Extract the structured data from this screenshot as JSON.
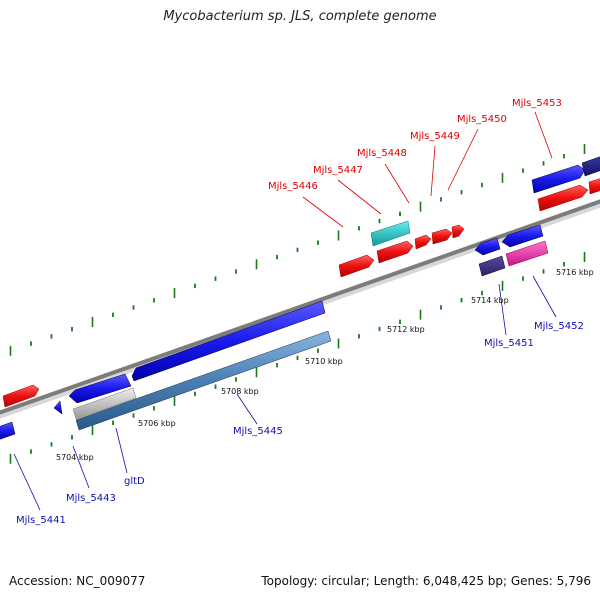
{
  "title": "Mycobacterium sp. JLS, complete genome",
  "footer": {
    "accession": "Accession: NC_009077",
    "summary": "Topology: circular; Length: 6,048,425 bp; Genes: 5,796"
  },
  "kbp_labels": [
    "5704 kbp",
    "5706 kbp",
    "5708 kbp",
    "5710 kbp",
    "5712 kbp",
    "5714 kbp",
    "5716 kbp"
  ],
  "gene_labels_top": [
    "Mjls_5446",
    "Mjls_5447",
    "Mjls_5448",
    "Mjls_5449",
    "Mjls_5450",
    "Mjls_5453"
  ],
  "gene_labels_bottom": [
    "Mjls_5441",
    "Mjls_5443",
    "gltD",
    "Mjls_5445",
    "Mjls_5451",
    "Mjls_5452"
  ],
  "colors": {
    "forward_gene": "#ee1111",
    "reverse_gene": "#1a1aee",
    "cyan_gene": "#22cccc",
    "pink_gene": "#ee33aa",
    "steel_gene": "#4a7fb5",
    "purple_gene": "#3c2f80",
    "backbone": "#888888",
    "tick": "#1a7a1a"
  }
}
